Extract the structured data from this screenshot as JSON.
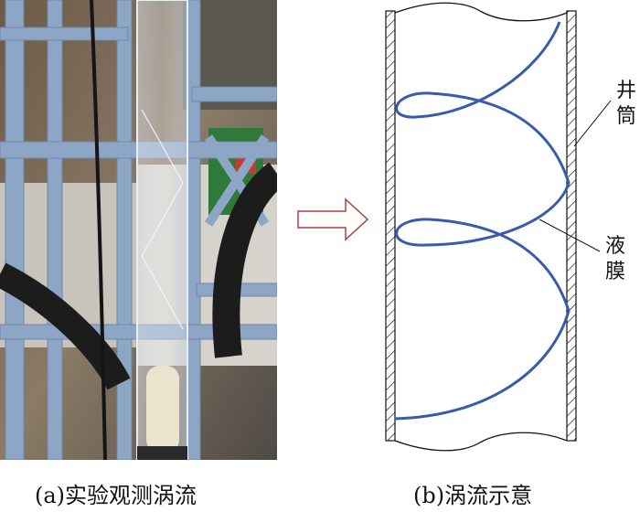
{
  "captions": {
    "a": "(a)实验观测涡流",
    "b": "(b)涡流示意"
  },
  "labels": {
    "wellbore_line1": "井",
    "wellbore_line2": "筒",
    "film_line1": "液",
    "film_line2": "膜"
  },
  "colors": {
    "spiral": "#3a5bab",
    "arrow": "#b0413e",
    "frame": "#8ea6c6",
    "pipe_outline": "#111111"
  }
}
